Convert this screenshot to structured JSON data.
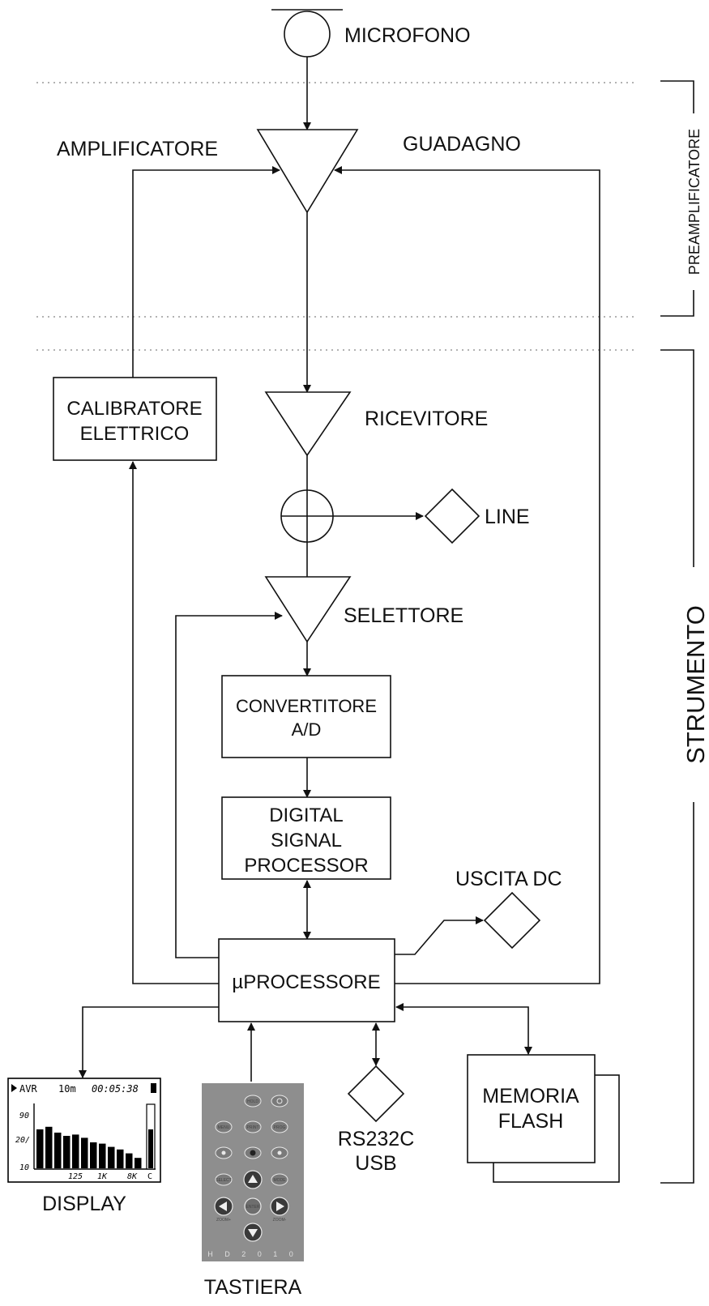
{
  "labels": {
    "microfono": "MICROFONO",
    "amplificatore": "AMPLIFICATORE",
    "guadagno": "GUADAGNO",
    "preamplificatore": "PREAMPLIFICATORE",
    "calibratore_1": "CALIBRATORE",
    "calibratore_2": "ELETTRICO",
    "ricevitore": "RICEVITORE",
    "line": "LINE",
    "selettore": "SELETTORE",
    "strumento": "STRUMENTO",
    "convertitore_1": "CONVERTITORE",
    "convertitore_2": "A/D",
    "dsp_1": "DIGITAL",
    "dsp_2": "SIGNAL",
    "dsp_3": "PROCESSOR",
    "uscita_dc": "USCITA DC",
    "uprocessore": "µPROCESSORE",
    "display": "DISPLAY",
    "tastiera": "TASTIERA",
    "rs232_1": "RS232C",
    "rs232_2": "USB",
    "memoria_1": "MEMORIA",
    "memoria_2": "FLASH"
  },
  "lcd": {
    "mode": "AVR",
    "interval": "10m",
    "time": "00:05:38",
    "y_ticks": [
      "90",
      "20/",
      "10"
    ],
    "x_ticks": [
      "125",
      "1K",
      "8K",
      "C"
    ],
    "bar_levels": [
      0.6,
      0.64,
      0.55,
      0.5,
      0.52,
      0.47,
      0.4,
      0.38,
      0.33,
      0.29,
      0.23,
      0.16
    ]
  },
  "keypad": {
    "keys": [
      "HOLD",
      "MENU",
      "PRINT",
      "PROG",
      "SELECT",
      "MODE",
      "ENTER",
      "ZOOM+",
      "ZOOM-"
    ],
    "model": "H D 2 0 1 0"
  }
}
